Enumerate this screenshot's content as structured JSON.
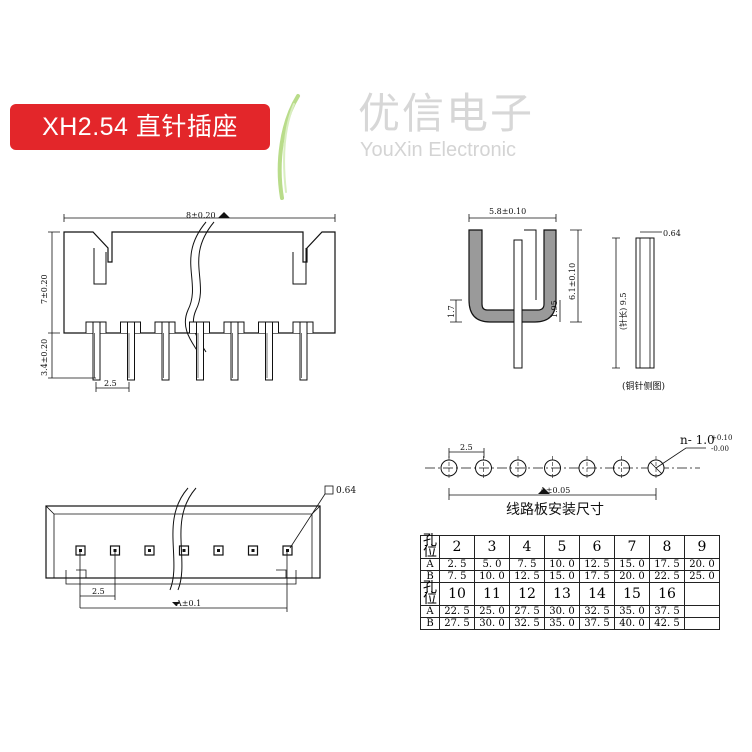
{
  "banner": {
    "title": "XH2.54 直针插座"
  },
  "brand": {
    "name_cn": "优信电子",
    "name_en": "YouXin Electronic",
    "swoosh_color": "#b9dc8a"
  },
  "colors": {
    "banner_bg": "#e3262a",
    "line": "#111111"
  },
  "front_view": {
    "width_dim": "8±0.20",
    "height_dim": "7±0.20",
    "pin_dim": "3.4±0.20",
    "pitch_dim": "2.5"
  },
  "side_view": {
    "width_dim": "5.8±0.10",
    "height_dim": "6.1±0.10",
    "left_dim": "1.7",
    "inner_dim": "1.95"
  },
  "pin_view": {
    "square_dim": "0.64",
    "length_dim": "(针长) 9.5",
    "caption": "(铜针侧图)"
  },
  "hole_layout": {
    "hole_dim": "n- 1.0",
    "tol_plus": "+0.10",
    "tol_minus": "-0.00",
    "pitch_dim": "2.5",
    "span_dim": "A±0.05",
    "caption": "线路板安装尺寸"
  },
  "top_view": {
    "square_dim": "0.64",
    "pitch_dim": "2.5",
    "span_dim": "A±0.1"
  },
  "table": {
    "rows": [
      {
        "style": "big",
        "cells": [
          "孔位",
          "2",
          "3",
          "4",
          "5",
          "6",
          "7",
          "8",
          "9"
        ]
      },
      {
        "style": "small",
        "cells": [
          "A",
          "2. 5",
          "5. 0",
          "7. 5",
          "10. 0",
          "12. 5",
          "15. 0",
          "17. 5",
          "20. 0"
        ]
      },
      {
        "style": "small",
        "cells": [
          "B",
          "7. 5",
          "10. 0",
          "12. 5",
          "15. 0",
          "17. 5",
          "20. 0",
          "22. 5",
          "25. 0"
        ]
      },
      {
        "style": "big",
        "cells": [
          "孔位",
          "10",
          "11",
          "12",
          "13",
          "14",
          "15",
          "16",
          ""
        ]
      },
      {
        "style": "small",
        "cells": [
          "A",
          "22. 5",
          "25. 0",
          "27. 5",
          "30. 0",
          "32. 5",
          "35. 0",
          "37. 5",
          ""
        ]
      },
      {
        "style": "small",
        "cells": [
          "B",
          "27. 5",
          "30. 0",
          "32. 5",
          "35. 0",
          "37. 5",
          "40. 0",
          "42. 5",
          ""
        ]
      }
    ]
  }
}
